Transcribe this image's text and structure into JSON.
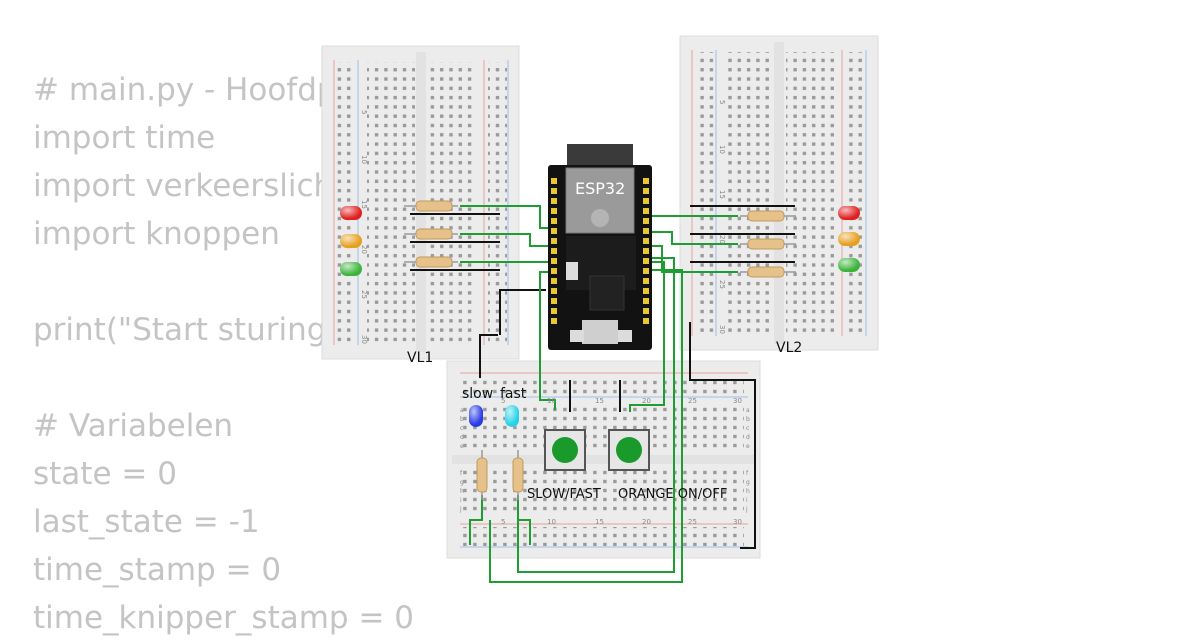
{
  "code_lines": [
    "# main.py - Hoofdp",
    "import time",
    "import verkeerslich",
    "import knoppen",
    "",
    "print(\"Start sturing",
    "",
    "# Variabelen",
    "state = 0",
    "last_state = -1",
    "time_stamp = 0",
    "time_knipper_stamp = 0"
  ],
  "circuit": {
    "board_label": "ESP32",
    "breadboard_left_label": "VL1",
    "breadboard_right_label": "VL2",
    "led_labels": [
      "slow",
      "fast"
    ],
    "button_left_label": "SLOW/FAST",
    "button_right_label": "ORANGE ON/OFF",
    "row_numbers_vertical": [
      "5",
      "10",
      "15",
      "20",
      "25",
      "30"
    ],
    "row_numbers_horizontal": [
      "5",
      "10",
      "15",
      "20",
      "25",
      "30"
    ],
    "row_letters_top": [
      "a",
      "b",
      "c",
      "d",
      "e"
    ],
    "row_letters_bottom": [
      "f",
      "g",
      "h",
      "i",
      "j"
    ],
    "led_colors": {
      "red": "#e02020",
      "orange": "#e6a020",
      "green": "#3cb43c",
      "blue": "#2a3ce6",
      "cyan": "#28d2e6"
    },
    "wire_color": "#1e9e32",
    "button_color": "#1a9a2a"
  }
}
